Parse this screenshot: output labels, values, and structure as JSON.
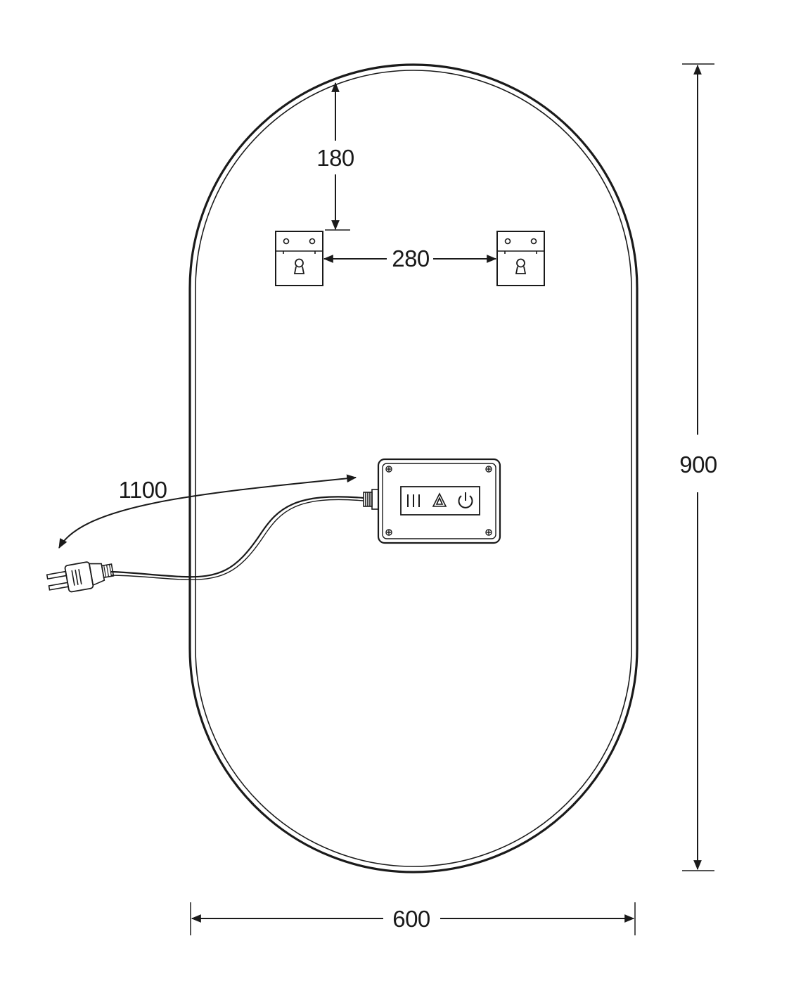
{
  "dimensions": {
    "height_label": "900",
    "width_label": "600",
    "bracket_offset_label": "180",
    "bracket_spacing_label": "280",
    "cable_length_label": "1100"
  },
  "icons": {
    "bracket_left": "keyhole-bracket-icon",
    "bracket_right": "keyhole-bracket-icon",
    "control_box": "control-box-icon",
    "plug": "power-plug-icon",
    "heat_level": "heat-level-icon",
    "warning": "warning-triangle-icon",
    "power": "power-icon"
  },
  "colors": {
    "line": "#1a1a1a",
    "background": "#ffffff"
  }
}
